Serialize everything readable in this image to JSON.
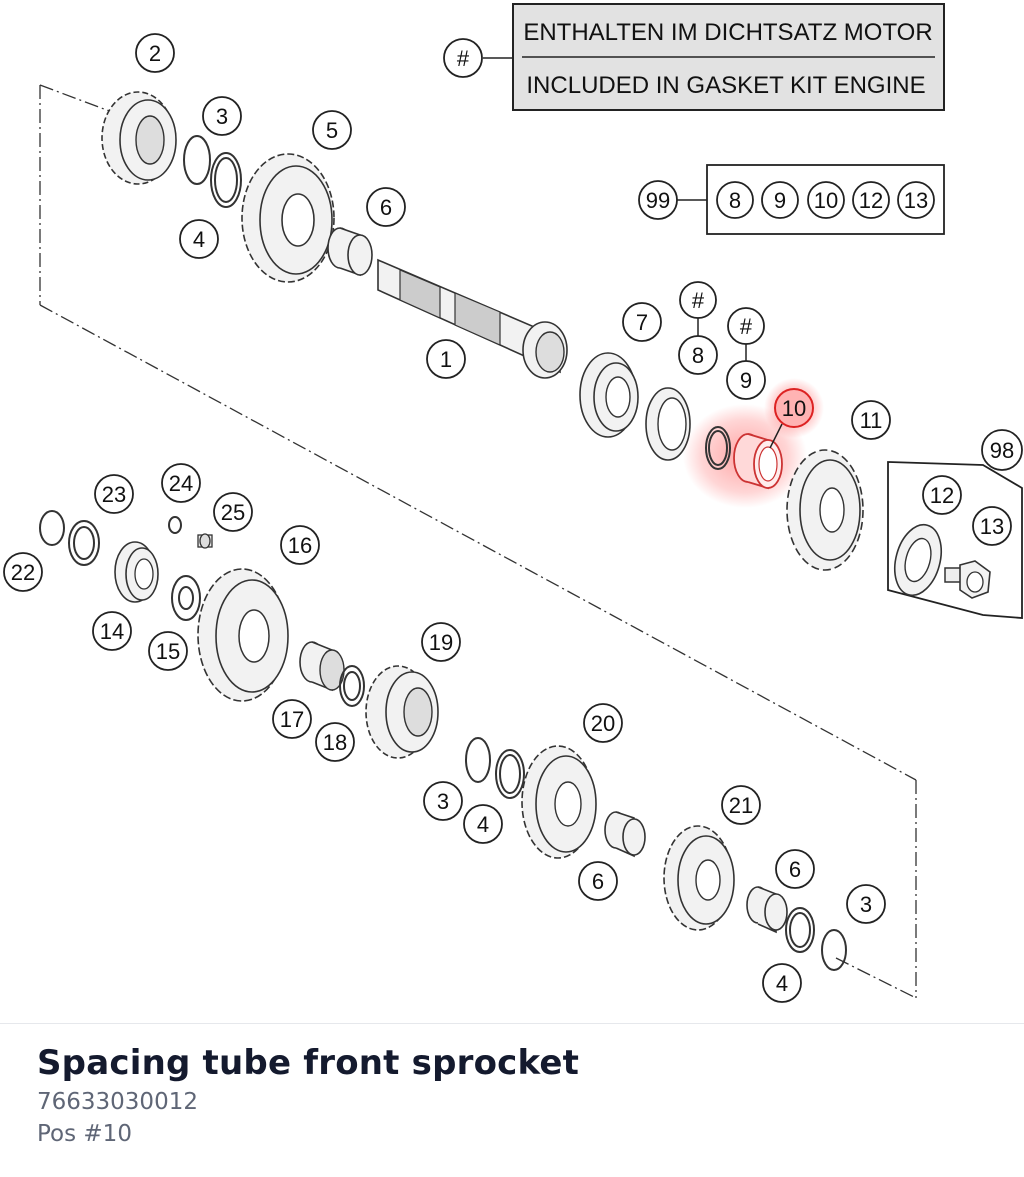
{
  "diagram": {
    "gasket_box": {
      "symbol": "#",
      "line1": "ENTHALTEN IM DICHTSATZ MOTOR",
      "line2": "INCLUDED IN GASKET KIT ENGINE"
    },
    "kit99": {
      "label": "99",
      "items": [
        "8",
        "9",
        "10",
        "12",
        "13"
      ]
    },
    "kit98": {
      "label": "98",
      "items": [
        "12",
        "13"
      ]
    },
    "highlight_color": "#ff5a5a",
    "callouts": [
      "1",
      "2",
      "3",
      "4",
      "5",
      "6",
      "7",
      "8",
      "9",
      "10",
      "11",
      "14",
      "15",
      "16",
      "17",
      "18",
      "19",
      "20",
      "21",
      "22",
      "23",
      "24",
      "25",
      "#"
    ],
    "highlighted_callout": "10"
  },
  "part": {
    "name": "Spacing tube front sprocket",
    "number": "76633030012",
    "position": "Pos #10"
  }
}
